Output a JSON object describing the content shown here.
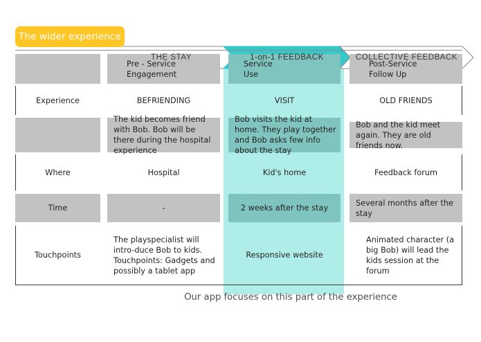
{
  "header": {
    "pill_label": "The wider experience",
    "pill_color": "#FFC627",
    "active_color": "#35C8C8",
    "phases": [
      {
        "label": "THE STAY",
        "active": false
      },
      {
        "label": "1-on-1 FEEDBACK",
        "active": true
      },
      {
        "label": "COLLECTIVE FEEDBACK",
        "active": false
      }
    ]
  },
  "table": {
    "row_labels": [
      "",
      "Experience",
      "",
      "Where",
      "Time",
      "Touchpoints"
    ],
    "rows": [
      {
        "label": "",
        "style": "gray",
        "cells": [
          "Pre - Service\nEngagement",
          "Service\nUse",
          "Post-Service\nFollow Up"
        ]
      },
      {
        "label": "Experience",
        "style": "white",
        "cells": [
          "BEFRIENDING",
          "VISIT",
          "OLD FRIENDS"
        ]
      },
      {
        "label": "",
        "style": "gray",
        "cells": [
          "The kid becomes friend with Bob. Bob will be there during the hospital experience",
          "Bob visits the kid at home. They play together and Bob asks few info about the stay",
          "Bob and the kid meet again. They are old friends now."
        ]
      },
      {
        "label": "Where",
        "style": "white",
        "cells": [
          "Hospital",
          "Kid's home",
          "Feedback forum"
        ]
      },
      {
        "label": "Time",
        "style": "gray",
        "cells": [
          "-",
          "2 weeks after the stay",
          "Several months after the stay"
        ]
      },
      {
        "label": "Touchpoints",
        "style": "white",
        "cells": [
          "The playspecialist will intro-duce Bob to kids. Touchpoints: Gadgets and possibly a tablet app",
          "Responsive website",
          "Animated character (a big Bob) will lead the kids session at the forum"
        ]
      }
    ]
  },
  "focus": {
    "caption": "Our app focuses on this part of the experience",
    "band_color": "#AFEDE8",
    "cell_color": "#7FC4BE"
  }
}
